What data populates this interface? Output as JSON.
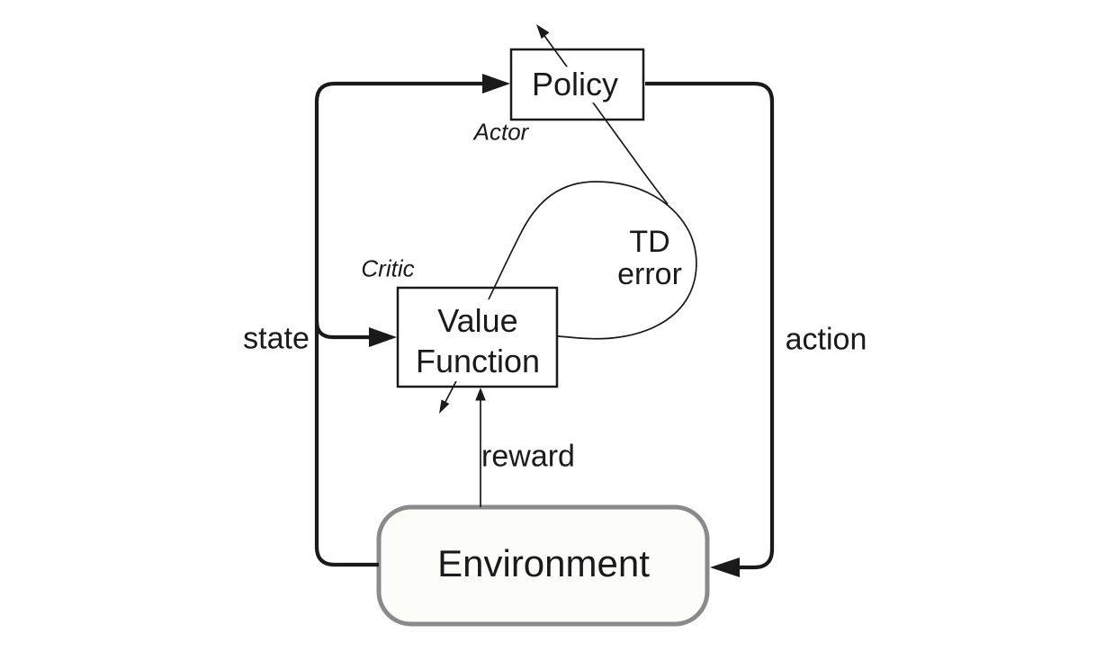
{
  "nodes": {
    "policy": {
      "label": "Policy"
    },
    "value_function": {
      "label_line1": "Value",
      "label_line2": "Function"
    },
    "environment": {
      "label": "Environment"
    }
  },
  "annotations": {
    "actor": "Actor",
    "critic": "Critic"
  },
  "edge_labels": {
    "state": "state",
    "action": "action",
    "reward": "reward",
    "td_error_line1": "TD",
    "td_error_line2": "error"
  },
  "colors": {
    "line": "#1a1a1a",
    "node_border": "#1a1a1a",
    "node_fill": "#ffffff",
    "environment_border": "#8a8a8a",
    "environment_fill": "#fcfcf9",
    "background": "#ffffff"
  }
}
